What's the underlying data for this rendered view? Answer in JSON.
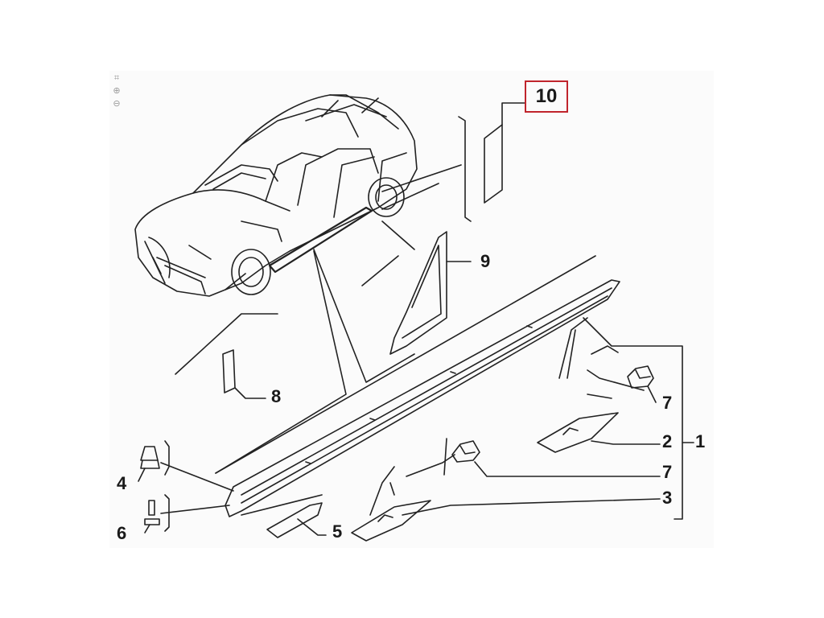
{
  "toolbar": {
    "items": [
      {
        "name": "fit-page-icon",
        "glyph": "⌗"
      },
      {
        "name": "zoom-in-icon",
        "glyph": "⊕"
      },
      {
        "name": "zoom-out-icon",
        "glyph": "⊖"
      }
    ]
  },
  "callouts": {
    "c1": "1",
    "c2": "2",
    "c3": "3",
    "c4": "4",
    "c5": "5",
    "c6": "6",
    "c7a": "7",
    "c7b": "7",
    "c8": "8",
    "c9": "9",
    "c10": "10"
  },
  "colors": {
    "highlight": "#c0242c",
    "line": "#222222",
    "background": "#fbfbfb"
  }
}
